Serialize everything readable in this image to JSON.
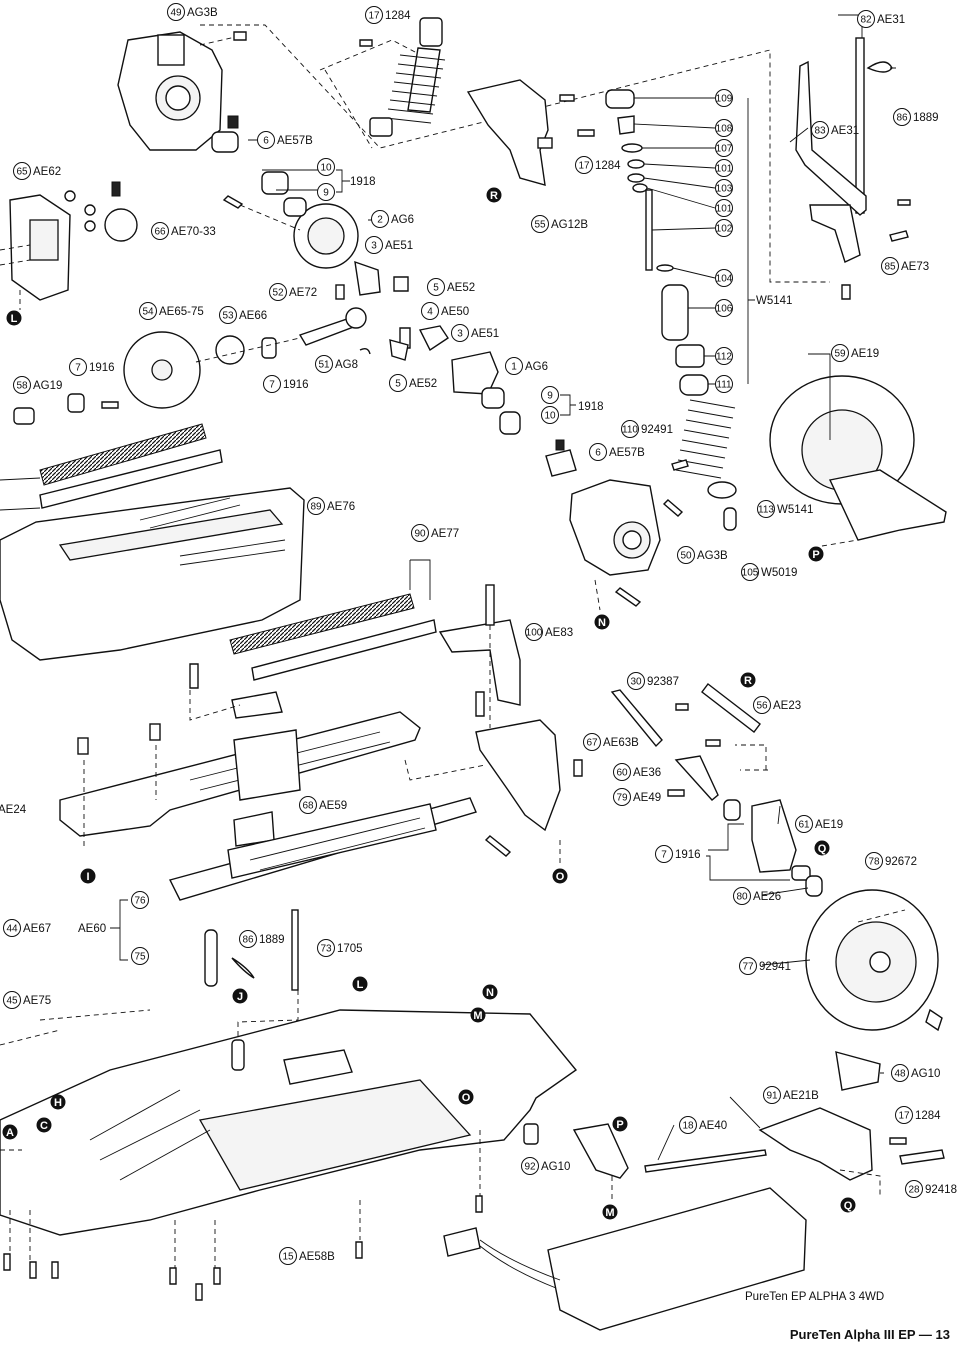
{
  "labels": [
    {
      "num": "49",
      "code": "AG3B"
    },
    {
      "num": "17",
      "code": "1284"
    },
    {
      "num": "82",
      "code": "AE31"
    },
    {
      "num": "86",
      "code": "1889"
    },
    {
      "num": "83",
      "code": "AE31"
    },
    {
      "num": "65",
      "code": "AE62"
    },
    {
      "num": "6",
      "code": "AE57B"
    },
    {
      "num": "10",
      "code": ""
    },
    {
      "num": "9",
      "code": ""
    },
    {
      "num": "2",
      "code": "AG6"
    },
    {
      "num": "3",
      "code": "AE51"
    },
    {
      "num": "66",
      "code": "AE70-33"
    },
    {
      "num": "55",
      "code": "AG12B"
    },
    {
      "num": "17",
      "code": "1284"
    },
    {
      "num": "85",
      "code": "AE73"
    },
    {
      "num": "52",
      "code": "AE72"
    },
    {
      "num": "5",
      "code": "AE52"
    },
    {
      "num": "54",
      "code": "AE65-75"
    },
    {
      "num": "53",
      "code": "AE66"
    },
    {
      "num": "4",
      "code": "AE50"
    },
    {
      "num": "3",
      "code": "AE51"
    },
    {
      "num": "7",
      "code": "1916"
    },
    {
      "num": "51",
      "code": "AG8"
    },
    {
      "num": "1",
      "code": "AG6"
    },
    {
      "num": "58",
      "code": "AG19"
    },
    {
      "num": "7",
      "code": "1916"
    },
    {
      "num": "5",
      "code": "AE52"
    },
    {
      "num": "9",
      "code": ""
    },
    {
      "num": "10",
      "code": ""
    },
    {
      "num": "59",
      "code": "AE19"
    },
    {
      "num": "110",
      "code": "92491"
    },
    {
      "num": "6",
      "code": "AE57B"
    },
    {
      "num": "113",
      "code": "W5141"
    },
    {
      "num": "89",
      "code": "AE76"
    },
    {
      "num": "90",
      "code": "AE77"
    },
    {
      "num": "50",
      "code": "AG3B"
    },
    {
      "num": "105",
      "code": "W5019"
    },
    {
      "num": "100",
      "code": "AE83"
    },
    {
      "num": "30",
      "code": "92387"
    },
    {
      "num": "56",
      "code": "AE23"
    },
    {
      "num": "67",
      "code": "AE63B"
    },
    {
      "num": "60",
      "code": "AE36"
    },
    {
      "num": "79",
      "code": "AE49"
    },
    {
      "num": "68",
      "code": "AE59"
    },
    {
      "num": "61",
      "code": "AE19"
    },
    {
      "num": "7",
      "code": "1916"
    },
    {
      "num": "78",
      "code": "92672"
    },
    {
      "num": "76",
      "code": ""
    },
    {
      "num": "80",
      "code": "AE26"
    },
    {
      "num": "44",
      "code": "AE67"
    },
    {
      "num": "86",
      "code": "1889"
    },
    {
      "num": "73",
      "code": "1705"
    },
    {
      "num": "75",
      "code": ""
    },
    {
      "num": "77",
      "code": "92941"
    },
    {
      "num": "45",
      "code": "AE75"
    },
    {
      "num": "48",
      "code": "AG10"
    },
    {
      "num": "91",
      "code": "AE21B"
    },
    {
      "num": "17",
      "code": "1284"
    },
    {
      "num": "18",
      "code": "AE40"
    },
    {
      "num": "92",
      "code": "AG10"
    },
    {
      "num": "28",
      "code": "92418"
    },
    {
      "num": "15",
      "code": "AE58B"
    }
  ],
  "shock_parts": [
    "109",
    "108",
    "107",
    "101",
    "103",
    "101",
    "102",
    "104",
    "106",
    "112",
    "111"
  ],
  "shock_group_code": "W5141",
  "bracket_codes": {
    "ae60": "AE60",
    "ae24": "AE24",
    "g1918a": "1918",
    "g1918b": "1918"
  },
  "ref_letters": [
    "R",
    "L",
    "N",
    "P",
    "R",
    "I",
    "O",
    "Q",
    "J",
    "L",
    "N",
    "M",
    "O",
    "H",
    "C",
    "A",
    "P",
    "Q",
    "M"
  ],
  "model_name": "PureTen EP ALPHA 3 4WD",
  "page_footer": "PureTen Alpha III EP — 13"
}
